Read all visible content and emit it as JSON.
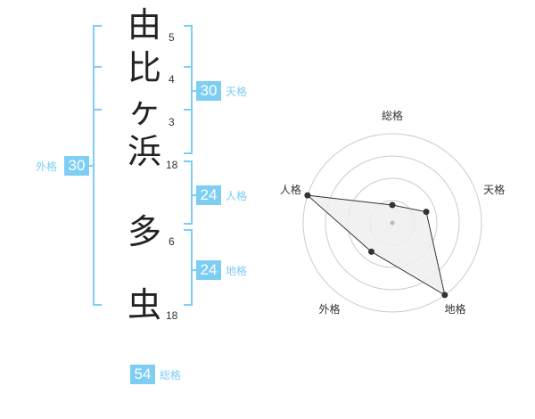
{
  "name_chars": [
    {
      "char": "由",
      "strokes": "5"
    },
    {
      "char": "比",
      "strokes": "4"
    },
    {
      "char": "ヶ",
      "strokes": "3"
    },
    {
      "char": "浜",
      "strokes": "18"
    },
    {
      "char": "多",
      "strokes": "6"
    },
    {
      "char": "虫",
      "strokes": "18"
    }
  ],
  "kakusu": {
    "tenkaku": {
      "value": "30",
      "label": "天格"
    },
    "jinkaku": {
      "value": "24",
      "label": "人格"
    },
    "chikaku": {
      "value": "24",
      "label": "地格"
    },
    "gaikaku": {
      "value": "30",
      "label": "外格"
    },
    "soukaku": {
      "value": "54",
      "label": "総格"
    }
  },
  "colors": {
    "accent": "#7ecef4",
    "bracket": "#7ecef4",
    "text": "#222222",
    "radar_ring": "#cccccc",
    "radar_fill": "#eeeeee",
    "radar_line": "#333333"
  },
  "chart_data": {
    "type": "radar",
    "axes": [
      "総格",
      "天格",
      "地格",
      "外格",
      "人格"
    ],
    "values": [
      0.2,
      0.4,
      1.0,
      0.4,
      1.0
    ],
    "range": [
      0,
      1
    ],
    "rings": 4
  }
}
